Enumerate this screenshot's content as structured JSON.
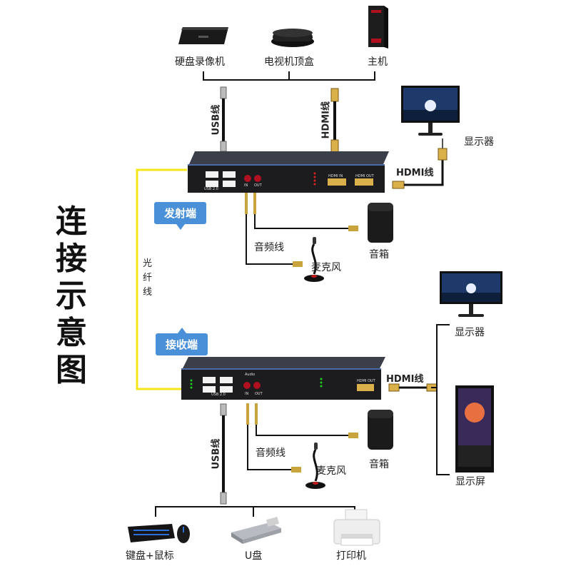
{
  "title": "连接示意图",
  "top_devices": [
    {
      "label": "硬盘录像机"
    },
    {
      "label": "电视机顶盒"
    },
    {
      "label": "主机"
    }
  ],
  "bottom_devices": [
    {
      "label": "键盘+鼠标"
    },
    {
      "label": "U盘"
    },
    {
      "label": "打印机"
    }
  ],
  "transmitter": {
    "tag": "发射端",
    "usb_label": "USB线",
    "hdmi_in_cable": "HDMI线",
    "hdmi_out_cable": "HDMI线",
    "monitor_label": "显示器",
    "audio_label": "音频线",
    "mic_label": "麦克风",
    "speaker_label": "音箱",
    "port_usb": "USB 2.0",
    "port_audio_in": "IN",
    "port_audio_out": "OUT",
    "port_hdmi_in": "HDMI IN",
    "port_hdmi_out": "HDMI OUT"
  },
  "receiver": {
    "tag": "接收端",
    "usb_label": "USB线",
    "hdmi_cable": "HDMI线",
    "monitor_label": "显示器",
    "screen_label": "显示屏",
    "audio_label": "音频线",
    "mic_label": "麦克风",
    "speaker_label": "音箱",
    "port_usb": "USB 2.0",
    "port_audio_title": "Audio",
    "port_audio_in": "IN",
    "port_audio_out": "OUT",
    "port_hdmi_out": "HDMI OUT"
  },
  "fiber_label": "光纤线",
  "colors": {
    "tag": "#4a90d9",
    "fiber": "#f5e61a",
    "box": "#1c1c1e",
    "box_top": "#3a3f4a"
  }
}
